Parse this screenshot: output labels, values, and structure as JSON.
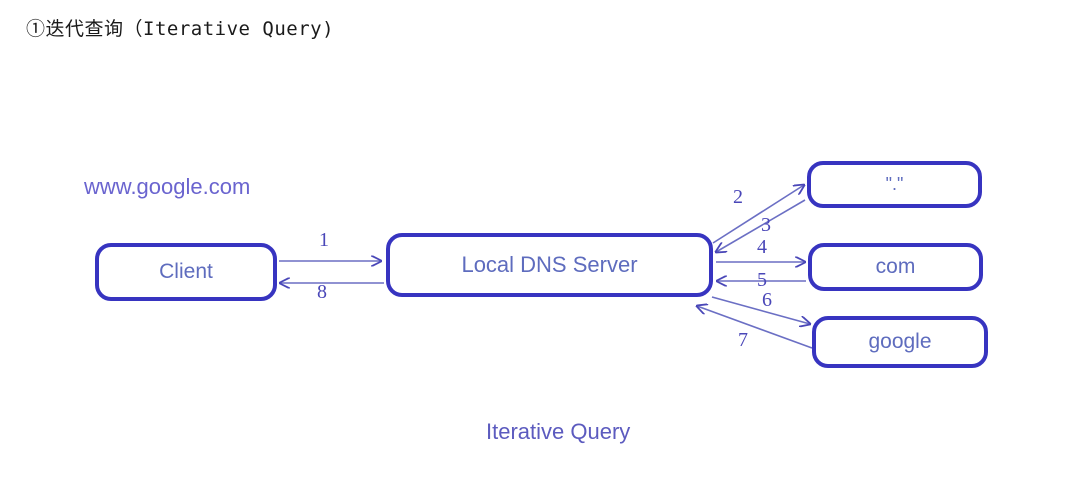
{
  "page": {
    "title": "①迭代查询（Iterative Query)",
    "caption": "Iterative Query",
    "background_color": "#ffffff",
    "accent_color": "#3734c0",
    "text_color": "#5e6cbe"
  },
  "annotations": {
    "query_name": "www.google.com"
  },
  "nodes": [
    {
      "id": "client",
      "label": "Client"
    },
    {
      "id": "dns",
      "label": "Local DNS Server"
    },
    {
      "id": "root",
      "label": "\".\""
    },
    {
      "id": "com",
      "label": "com"
    },
    {
      "id": "google",
      "label": "google"
    }
  ],
  "edges": [
    {
      "number": "1",
      "from": "client",
      "to": "dns",
      "direction": "right"
    },
    {
      "number": "2",
      "from": "dns",
      "to": "root",
      "direction": "up-right"
    },
    {
      "number": "3",
      "from": "root",
      "to": "dns",
      "direction": "down-left"
    },
    {
      "number": "4",
      "from": "dns",
      "to": "com",
      "direction": "right"
    },
    {
      "number": "5",
      "from": "com",
      "to": "dns",
      "direction": "left"
    },
    {
      "number": "6",
      "from": "dns",
      "to": "google",
      "direction": "down-right"
    },
    {
      "number": "7",
      "from": "google",
      "to": "dns",
      "direction": "up-left"
    },
    {
      "number": "8",
      "from": "dns",
      "to": "client",
      "direction": "left"
    }
  ]
}
